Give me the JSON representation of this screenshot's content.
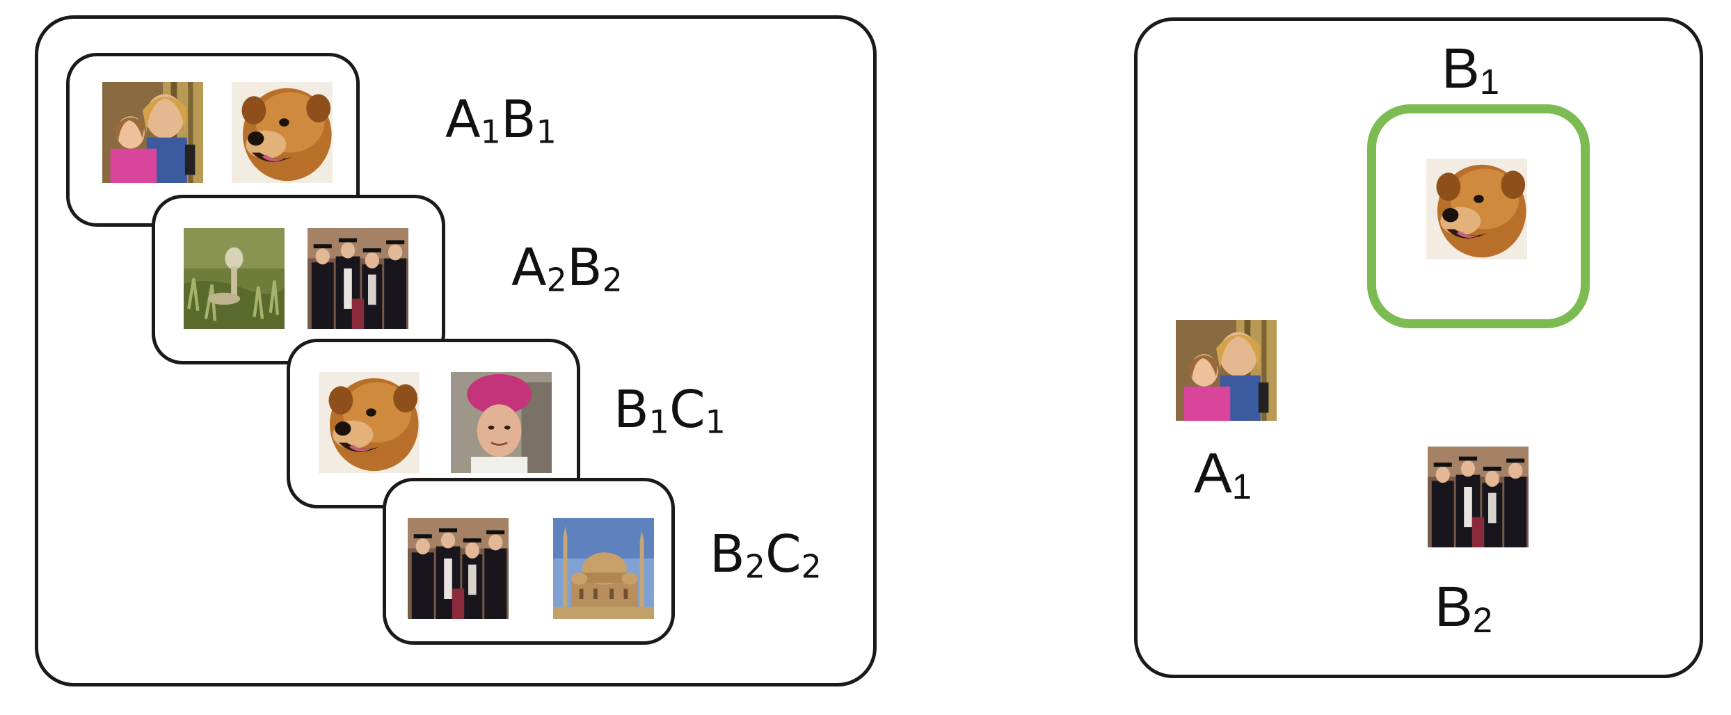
{
  "left_panel": {
    "pairs": [
      {
        "label": {
          "a": "A",
          "a_sub": "1",
          "b": "B",
          "b_sub": "1"
        },
        "images": [
          "family-photo",
          "dog-photo"
        ]
      },
      {
        "label": {
          "a": "A",
          "a_sub": "2",
          "b": "B",
          "b_sub": "2"
        },
        "images": [
          "grass-bird-photo",
          "graduates-photo"
        ]
      },
      {
        "label": {
          "a": "B",
          "a_sub": "1",
          "b": "C",
          "b_sub": "1"
        },
        "images": [
          "dog-photo",
          "chef-photo"
        ]
      },
      {
        "label": {
          "a": "B",
          "a_sub": "2",
          "b": "C",
          "b_sub": "2"
        },
        "images": [
          "graduates-photo",
          "mosque-photo"
        ]
      }
    ]
  },
  "right_panel": {
    "labels": {
      "b1": {
        "main": "B",
        "sub": "1"
      },
      "a1": {
        "main": "A",
        "sub": "1"
      },
      "b2": {
        "main": "B",
        "sub": "2"
      }
    },
    "images": {
      "b1": "dog-photo",
      "a1": "family-photo",
      "b2": "graduates-photo"
    },
    "highlight_color": "#7cba52"
  }
}
